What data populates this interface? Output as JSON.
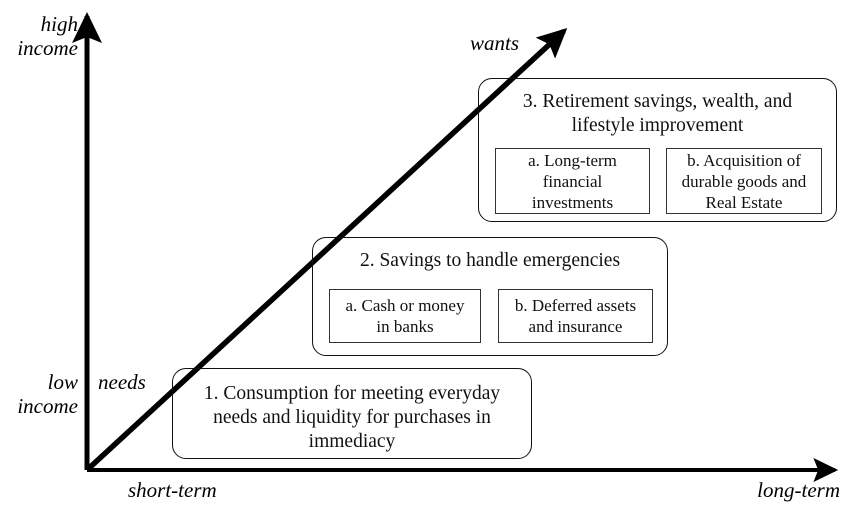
{
  "axes": {
    "y_top_label": "high\nincome",
    "y_bottom_label": "low\nincome",
    "x_left_label": "short-term",
    "x_right_label": "long-term"
  },
  "diagonal": {
    "low_label": "needs",
    "high_label": "wants"
  },
  "tiers": [
    {
      "id": "tier1",
      "title": "1. Consumption for meeting everyday\nneeds and liquidity for purchases in\nimmediacy",
      "subitems": []
    },
    {
      "id": "tier2",
      "title": "2. Savings to handle emergencies",
      "subitems": [
        {
          "label": "a. Cash or money\nin banks"
        },
        {
          "label": "b. Deferred assets\nand insurance"
        }
      ]
    },
    {
      "id": "tier3",
      "title": "3. Retirement savings, wealth, and\nlifestyle improvement",
      "subitems": [
        {
          "label": "a. Long-term\nfinancial\ninvestments"
        },
        {
          "label": "b. Acquisition of\ndurable goods and\nReal Estate"
        }
      ]
    }
  ],
  "colors": {
    "stroke": "#000000",
    "box_border": "#111111",
    "background": "#ffffff"
  }
}
